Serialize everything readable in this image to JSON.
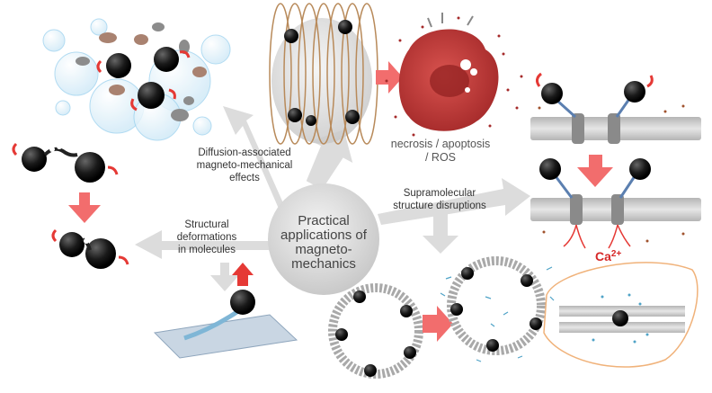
{
  "center": {
    "lines": [
      "Practical",
      "applications of",
      "magneto-",
      "mechanics"
    ]
  },
  "labels": {
    "diffusion": [
      "Diffusion-associated",
      "magneto-mechanical",
      "effects"
    ],
    "necrosis": [
      "necrosis / apoptosis",
      "/ ROS"
    ],
    "supramolecular": [
      "Supramolecular",
      "structure disruptions"
    ],
    "structural": [
      "Structural",
      "deformations",
      "in molecules"
    ],
    "calcium": {
      "base": "Ca",
      "sup": "2+"
    }
  },
  "colors": {
    "arrow_gray": "#dcdcdc",
    "arrow_red": "#f26d6d",
    "particle": "#1a1a1a",
    "cell": "#c0392b",
    "coil": "#b88a5a",
    "center_disc": "#e0e0e0",
    "calcium": "#d62828",
    "membrane": "#9e9e9e",
    "zoom_outline": "#f0b27a"
  }
}
